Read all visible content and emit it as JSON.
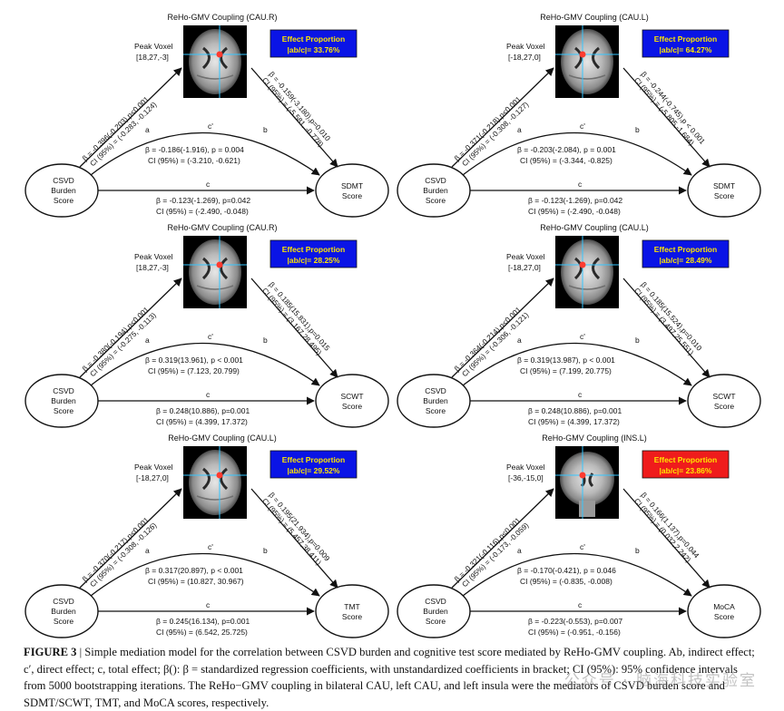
{
  "panels": [
    {
      "title": "ReHo-GMV Coupling (CAU.R)",
      "peak_label": "Peak Voxel",
      "peak_coords": "[18,27,-3]",
      "scan": "axial",
      "effect_title": "Effect Proportion",
      "effect_value": "|ab/c|= 33.76%",
      "effect_color": "#0a14e6",
      "x_label": [
        "CSVD",
        "Burden",
        "Score"
      ],
      "y_label": [
        "SDMT",
        "Score"
      ],
      "a_label": "a",
      "a_stat": "β = -0.396(-0.203),p<0.001",
      "a_ci": "CI (95%) = (-0.283, -0.124)",
      "b_label": "b",
      "b_stat": "β = -0.159(-3.180),p=0.010",
      "b_ci": "CI (95%) = (-5.581, -0.778)",
      "cp_label": "c'",
      "cp_stat": "β = -0.186(-1.916), p = 0.004",
      "cp_ci": "CI (95%) = (-3.210, -0.621)",
      "c_label": "c",
      "c_stat": "β = -0.123(-1.269), p=0.042",
      "c_ci": "CI (95%) = (-2.490, -0.048)"
    },
    {
      "title": "ReHo-GMV Coupling (CAU.L)",
      "peak_label": "Peak Voxel",
      "peak_coords": "[-18,27,0]",
      "scan": "axial",
      "effect_title": "Effect Proportion",
      "effect_value": "|ab/c|= 64.27%",
      "effect_color": "#0a14e6",
      "x_label": [
        "CSVD",
        "Burden",
        "Score"
      ],
      "y_label": [
        "SDMT",
        "Score"
      ],
      "a_label": "a",
      "a_stat": "β = -0.371(-0.218),p<0.001",
      "a_ci": "CI (95%) = (-0.308, -0.127)",
      "b_label": "b",
      "b_stat": "β = -0.244(-0.745),p < 0.001",
      "b_ci": "CI (95%) = (-5.805,-1.684)",
      "cp_label": "c'",
      "cp_stat": "β = -0.203(-2.084), p = 0.001",
      "cp_ci": "CI (95%) = (-3.344, -0.825)",
      "c_label": "c",
      "c_stat": "β = -0.123(-1.269), p=0.042",
      "c_ci": "CI (95%) = (-2.490, -0.048)"
    },
    {
      "title": "ReHo-GMV Coupling (CAU.R)",
      "peak_label": "Peak Voxel",
      "peak_coords": "[18,27,-3]",
      "scan": "axial",
      "effect_title": "Effect Proportion",
      "effect_value": "|ab/c|= 28.25%",
      "effect_color": "#0a14e6",
      "x_label": [
        "CSVD",
        "Burden",
        "Score"
      ],
      "y_label": [
        "SCWT",
        "Score"
      ],
      "a_label": "a",
      "a_stat": "β = -0.380(-0.194),p<0.001",
      "a_ci": "CI (95%) = (-0.275, -0.113)",
      "b_label": "b",
      "b_stat": "β = 0.185(15.831),p=0.015",
      "b_ci": "CI (95%) = (3.167,28.495)",
      "cp_label": "c'",
      "cp_stat": "β = 0.319(13.961), p < 0.001",
      "cp_ci": "CI (95%) = (7.123, 20.799)",
      "c_label": "c",
      "c_stat": "β = 0.248(10.886), p=0.001",
      "c_ci": "CI (95%) = (4.399, 17.372)"
    },
    {
      "title": "ReHo-GMV Coupling (CAU.L)",
      "peak_label": "Peak Voxel",
      "peak_coords": "[-18,27,0]",
      "scan": "axial",
      "effect_title": "Effect Proportion",
      "effect_value": "|ab/c|= 28.49%",
      "effect_color": "#0a14e6",
      "x_label": [
        "CSVD",
        "Burden",
        "Score"
      ],
      "y_label": [
        "SCWT",
        "Score"
      ],
      "a_label": "a",
      "a_stat": "β = -0.364(-0.214),p<0.001",
      "a_ci": "CI (95%) = (-0.306, -0.121)",
      "b_label": "b",
      "b_stat": "β = 0.185(15.524),p=0.010",
      "b_ci": "CI (95%) = (3.497,25.551)",
      "cp_label": "c'",
      "cp_stat": "β = 0.319(13.987), p < 0.001",
      "cp_ci": "CI (95%) = (7.199, 20.775)",
      "c_label": "c",
      "c_stat": "β = 0.248(10.886), p=0.001",
      "c_ci": "CI (95%) = (4.399, 17.372)"
    },
    {
      "title": "ReHo-GMV Coupling (CAU.L)",
      "peak_label": "Peak Voxel",
      "peak_coords": "[-18,27,0]",
      "scan": "axial",
      "effect_title": "Effect Proportion",
      "effect_value": "|ab/c|= 29.52%",
      "effect_color": "#0a14e6",
      "x_label": [
        "CSVD",
        "Burden",
        "Score"
      ],
      "y_label": [
        "TMT",
        "Score"
      ],
      "a_label": "a",
      "a_stat": "β = -0.370(-0.217),p<0.001",
      "a_ci": "CI (95%) = (-0.308, -0.126)",
      "b_label": "b",
      "b_stat": "β = 0.195(21.934),p=0.009",
      "b_ci": "CI (95%) = (5.457,38.411)",
      "cp_label": "c'",
      "cp_stat": "β = 0.317(20.897), p < 0.001",
      "cp_ci": "CI (95%) = (10.827, 30.967)",
      "c_label": "c",
      "c_stat": "β = 0.245(16.134), p=0.001",
      "c_ci": "CI (95%) = (6.542, 25.725)"
    },
    {
      "title": "ReHo-GMV Coupling (INS.L)",
      "peak_label": "Peak Voxel",
      "peak_coords": "[-36,-15,0]",
      "scan": "coronal",
      "effect_title": "Effect Proportion",
      "effect_value": "|ab/c|= 23.86%",
      "effect_color": "#ef1c1c",
      "x_label": [
        "CSVD",
        "Burden",
        "Score"
      ],
      "y_label": [
        "MoCA",
        "Score"
      ],
      "a_label": "a",
      "a_stat": "β = -0.321(-0.116),p<0.001",
      "a_ci": "CI (95%) = (-0.173, -0.059)",
      "b_label": "b",
      "b_stat": "β = 0.166(1.137),p=0.044",
      "b_ci": "CI (95%) = (0.032,2.242)",
      "cp_label": "c'",
      "cp_stat": "β = -0.170(-0.421), p = 0.046",
      "cp_ci": "CI (95%) = (-0.835, -0.008)",
      "c_label": "c",
      "c_stat": "β = -0.223(-0.553), p=0.007",
      "c_ci": "CI (95%) = (-0.951, -0.156)"
    }
  ],
  "caption": {
    "label": "FIGURE 3",
    "separator": "|",
    "text": "Simple mediation model for the correlation between CSVD burden and cognitive test score mediated by ReHo-GMV coupling. Ab, indirect effect; c′, direct effect; c, total effect; β(): β = standardized regression coefficients, with unstandardized coefficients in bracket; CI (95%): 95% confidence intervals from 5000 bootstrapping iterations. The ReHo−GMV coupling in bilateral CAU, left CAU, and left insula were the mediators of CSVD burden score and SDMT/SCWT, TMT, and MoCA scores, respectively."
  },
  "watermark": "公众号 · 脑海科技实验室"
}
